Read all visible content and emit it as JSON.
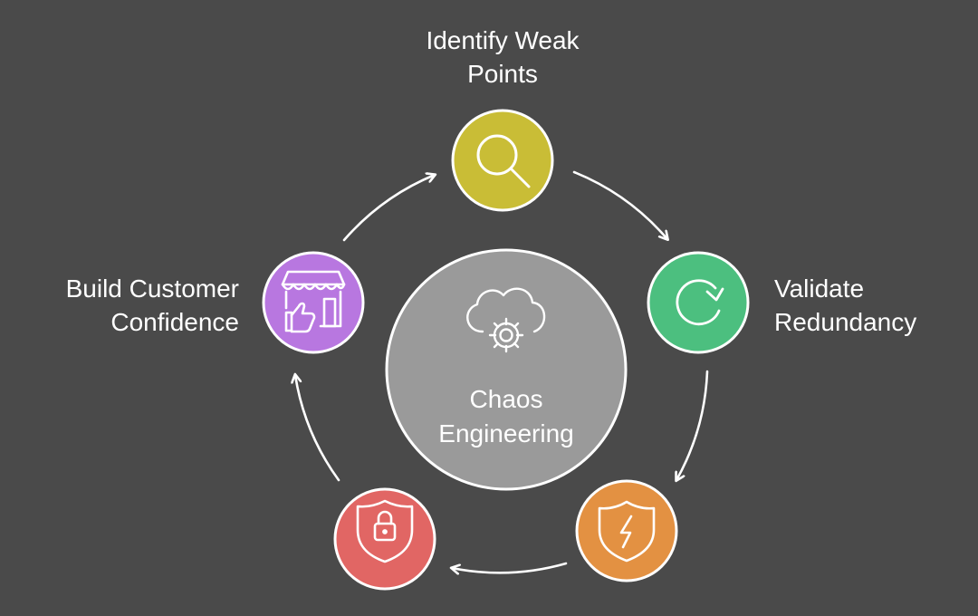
{
  "center": {
    "lines": [
      "Chaos",
      "Engineering"
    ],
    "fill": "#9a9a9a",
    "icon": "cloud-gear-icon"
  },
  "steps": [
    {
      "id": "identify",
      "lines": [
        "Identify Weak",
        "Points"
      ],
      "color": "#c9bd36",
      "icon": "magnifier-icon"
    },
    {
      "id": "validate",
      "lines": [
        "Validate",
        "Redundancy"
      ],
      "color": "#4cbf7f",
      "icon": "refresh-icon"
    },
    {
      "id": "resilience",
      "lines": [
        "",
        ""
      ],
      "color": "#e39142",
      "icon": "shield-bolt-icon"
    },
    {
      "id": "security",
      "lines": [
        "",
        ""
      ],
      "color": "#e16664",
      "icon": "shield-lock-icon"
    },
    {
      "id": "confidence",
      "lines": [
        "Build Customer",
        "Confidence"
      ],
      "color": "#b877e0",
      "icon": "storefront-thumbs-up-icon"
    }
  ],
  "colors": {
    "background": "#4a4a4a",
    "arrow": "#ffffff"
  }
}
